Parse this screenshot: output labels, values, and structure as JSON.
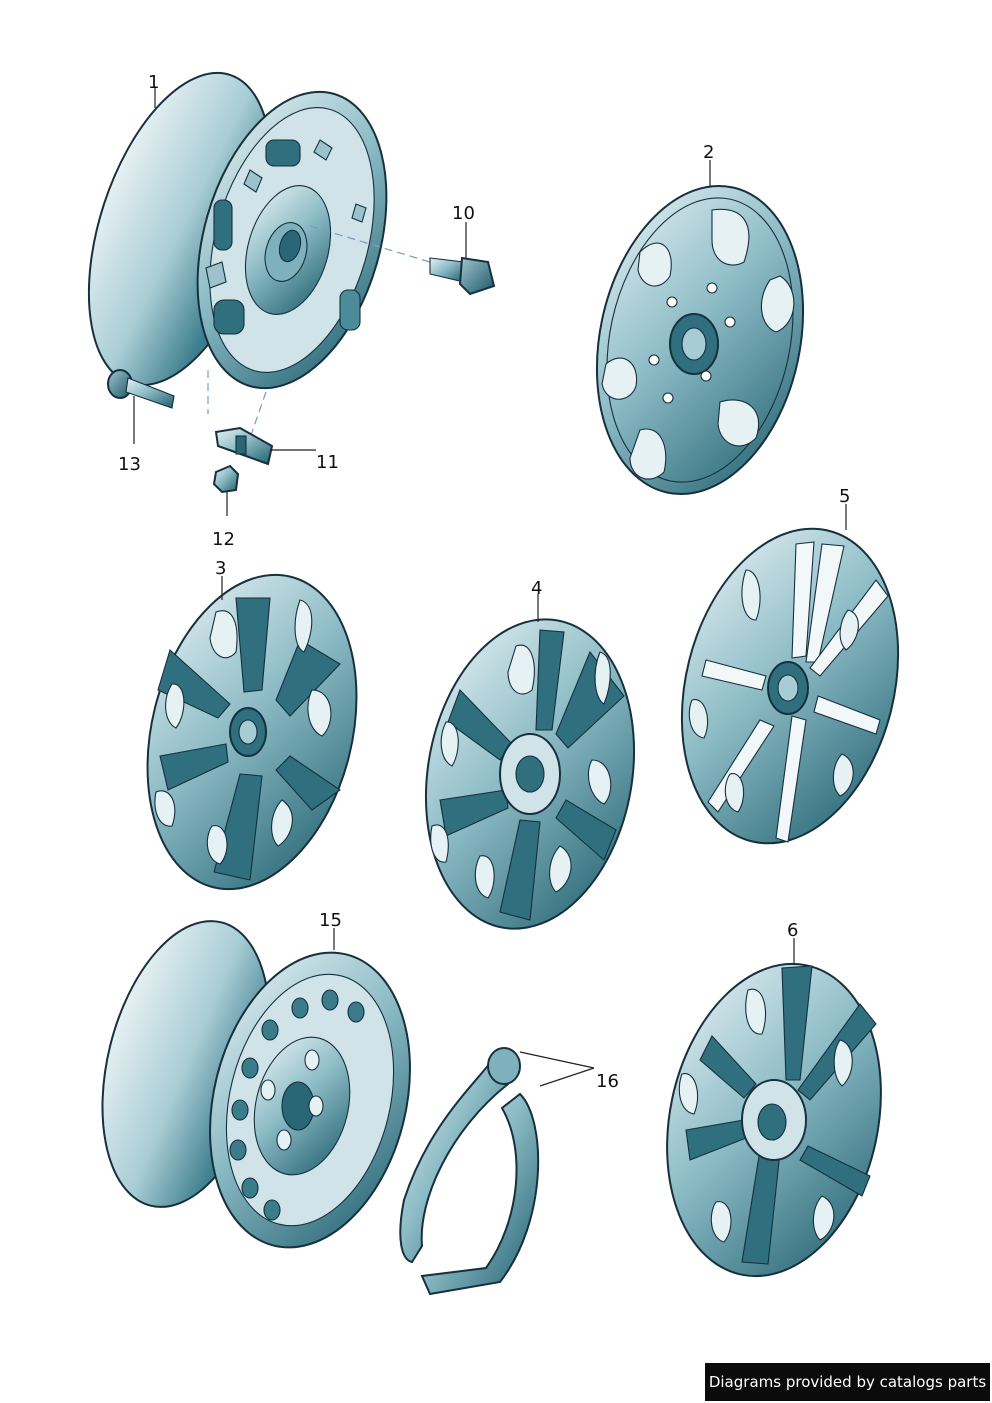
{
  "callouts": {
    "c1": "1",
    "c2": "2",
    "c3": "3",
    "c4": "4",
    "c5": "5",
    "c6": "6",
    "c10": "10",
    "c11": "11",
    "c12": "12",
    "c13": "13",
    "c15": "15",
    "c16": "16"
  },
  "footer": {
    "credit": "Diagrams provided by catalogs parts"
  },
  "colors": {
    "light": "#dcebf0",
    "mid": "#6fa8b4",
    "dark": "#2b6a79",
    "outline": "#16303d"
  }
}
